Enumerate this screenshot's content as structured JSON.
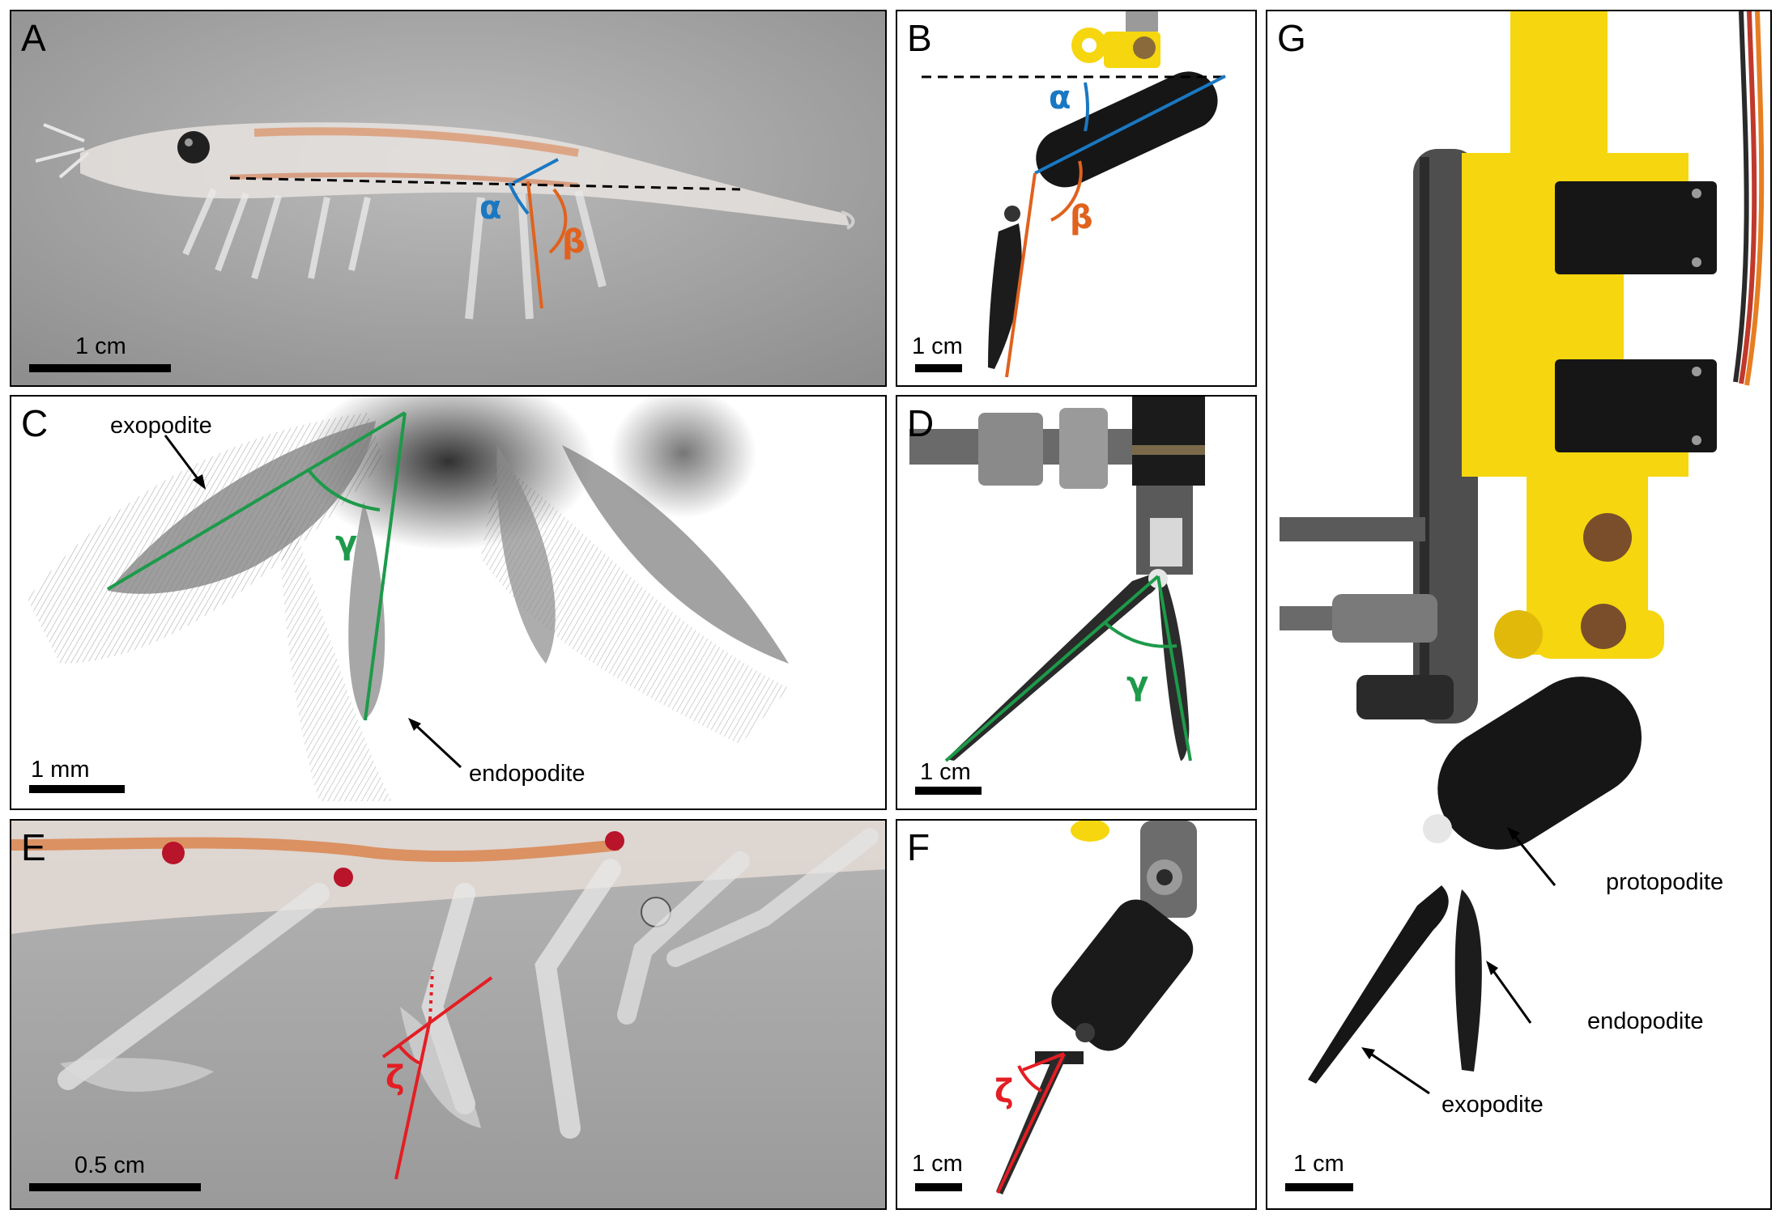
{
  "panels": {
    "A": {
      "label": "A",
      "scale": "1 cm",
      "angle1": "α",
      "angle2": "β"
    },
    "B": {
      "label": "B",
      "scale": "1 cm",
      "angle1": "α",
      "angle2": "β"
    },
    "C": {
      "label": "C",
      "scale": "1 mm",
      "angle": "γ",
      "exopodite": "exopodite",
      "endopodite": "endopodite"
    },
    "D": {
      "label": "D",
      "scale": "1 cm",
      "angle": "γ"
    },
    "E": {
      "label": "E",
      "scale": "0.5 cm",
      "angle": "ζ"
    },
    "F": {
      "label": "F",
      "scale": "1 cm",
      "angle": "ζ"
    },
    "G": {
      "label": "G",
      "scale": "1 cm",
      "protopodite": "protopodite",
      "endopodite": "endopodite",
      "exopodite": "exopodite"
    }
  },
  "colors": {
    "alpha": "#1a78c2",
    "beta": "#e0621e",
    "gamma": "#1d9a4a",
    "zeta": "#e31e24",
    "robot_yellow": "#f5d60f",
    "robot_black": "#161616"
  }
}
